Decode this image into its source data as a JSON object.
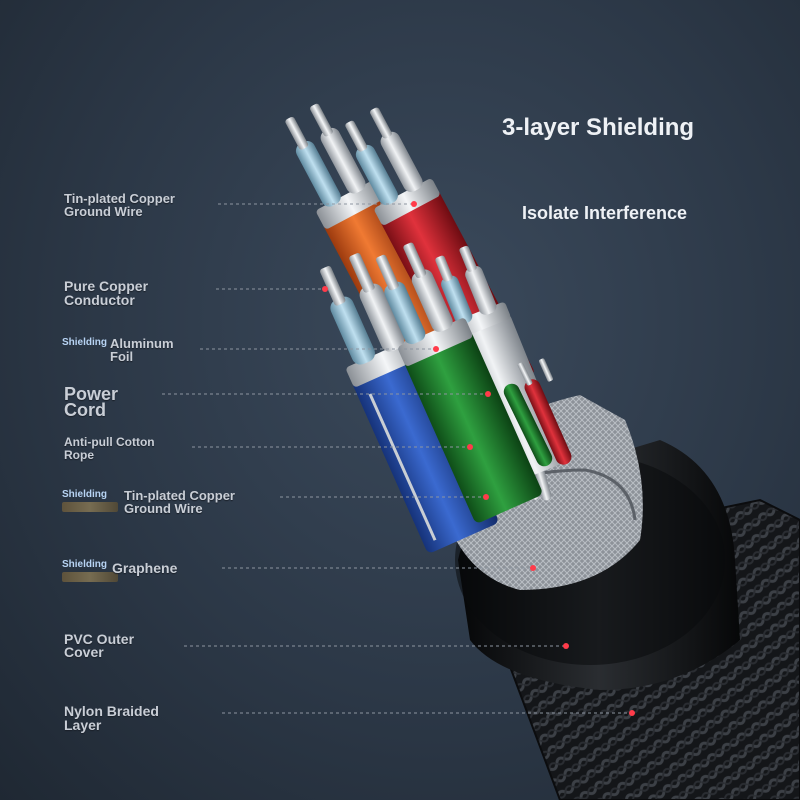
{
  "title": "3-layer Shielding",
  "subtitle": "Isolate Interference",
  "shielding_tag": "Shielding",
  "labels": {
    "ground_wire_top": "Tin-plated Copper\nGround Wire",
    "copper_conductor": "Pure Copper\nConductor",
    "aluminum_foil": "Aluminum\nFoil",
    "power_cord": "Power\nCord",
    "cotton_rope": "Anti-pull Cotton\nRope",
    "ground_wire_bottom": "Tin-plated Copper\nGround Wire",
    "graphene": "Graphene",
    "pvc_cover": "PVC Outer\nCover",
    "nylon_layer": "Nylon Braided\nLayer"
  },
  "colors": {
    "background": "#2c3847",
    "orange_wire": "#e0611f",
    "red_wire": "#c8202a",
    "blue_wire": "#2a56b8",
    "green_wire": "#1f8a2e",
    "white_wire": "#e6e8ea",
    "foil_blue": "#a8cde0",
    "braid": "#1b1d20",
    "pointer_dot": "#ff3b4a"
  }
}
